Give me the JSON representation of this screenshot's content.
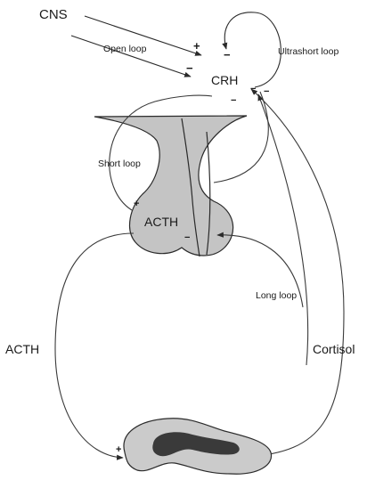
{
  "labels": {
    "cns": "CNS",
    "open_loop": "Open loop",
    "ultrashort_loop": "Ultrashort loop",
    "crh": "CRH",
    "short_loop": "Short loop",
    "acth_pituitary": "ACTH",
    "long_loop": "Long loop",
    "acth_left": "ACTH",
    "cortisol": "Cortisol"
  },
  "signs": {
    "plus": "+",
    "minus": "−"
  },
  "colors": {
    "gland_fill": "#c4c4c4",
    "kidney_fill": "#cbcbcb",
    "medulla_fill": "#3a3a3a",
    "stroke": "#2a2a2a",
    "line": "#4a4a4a"
  }
}
